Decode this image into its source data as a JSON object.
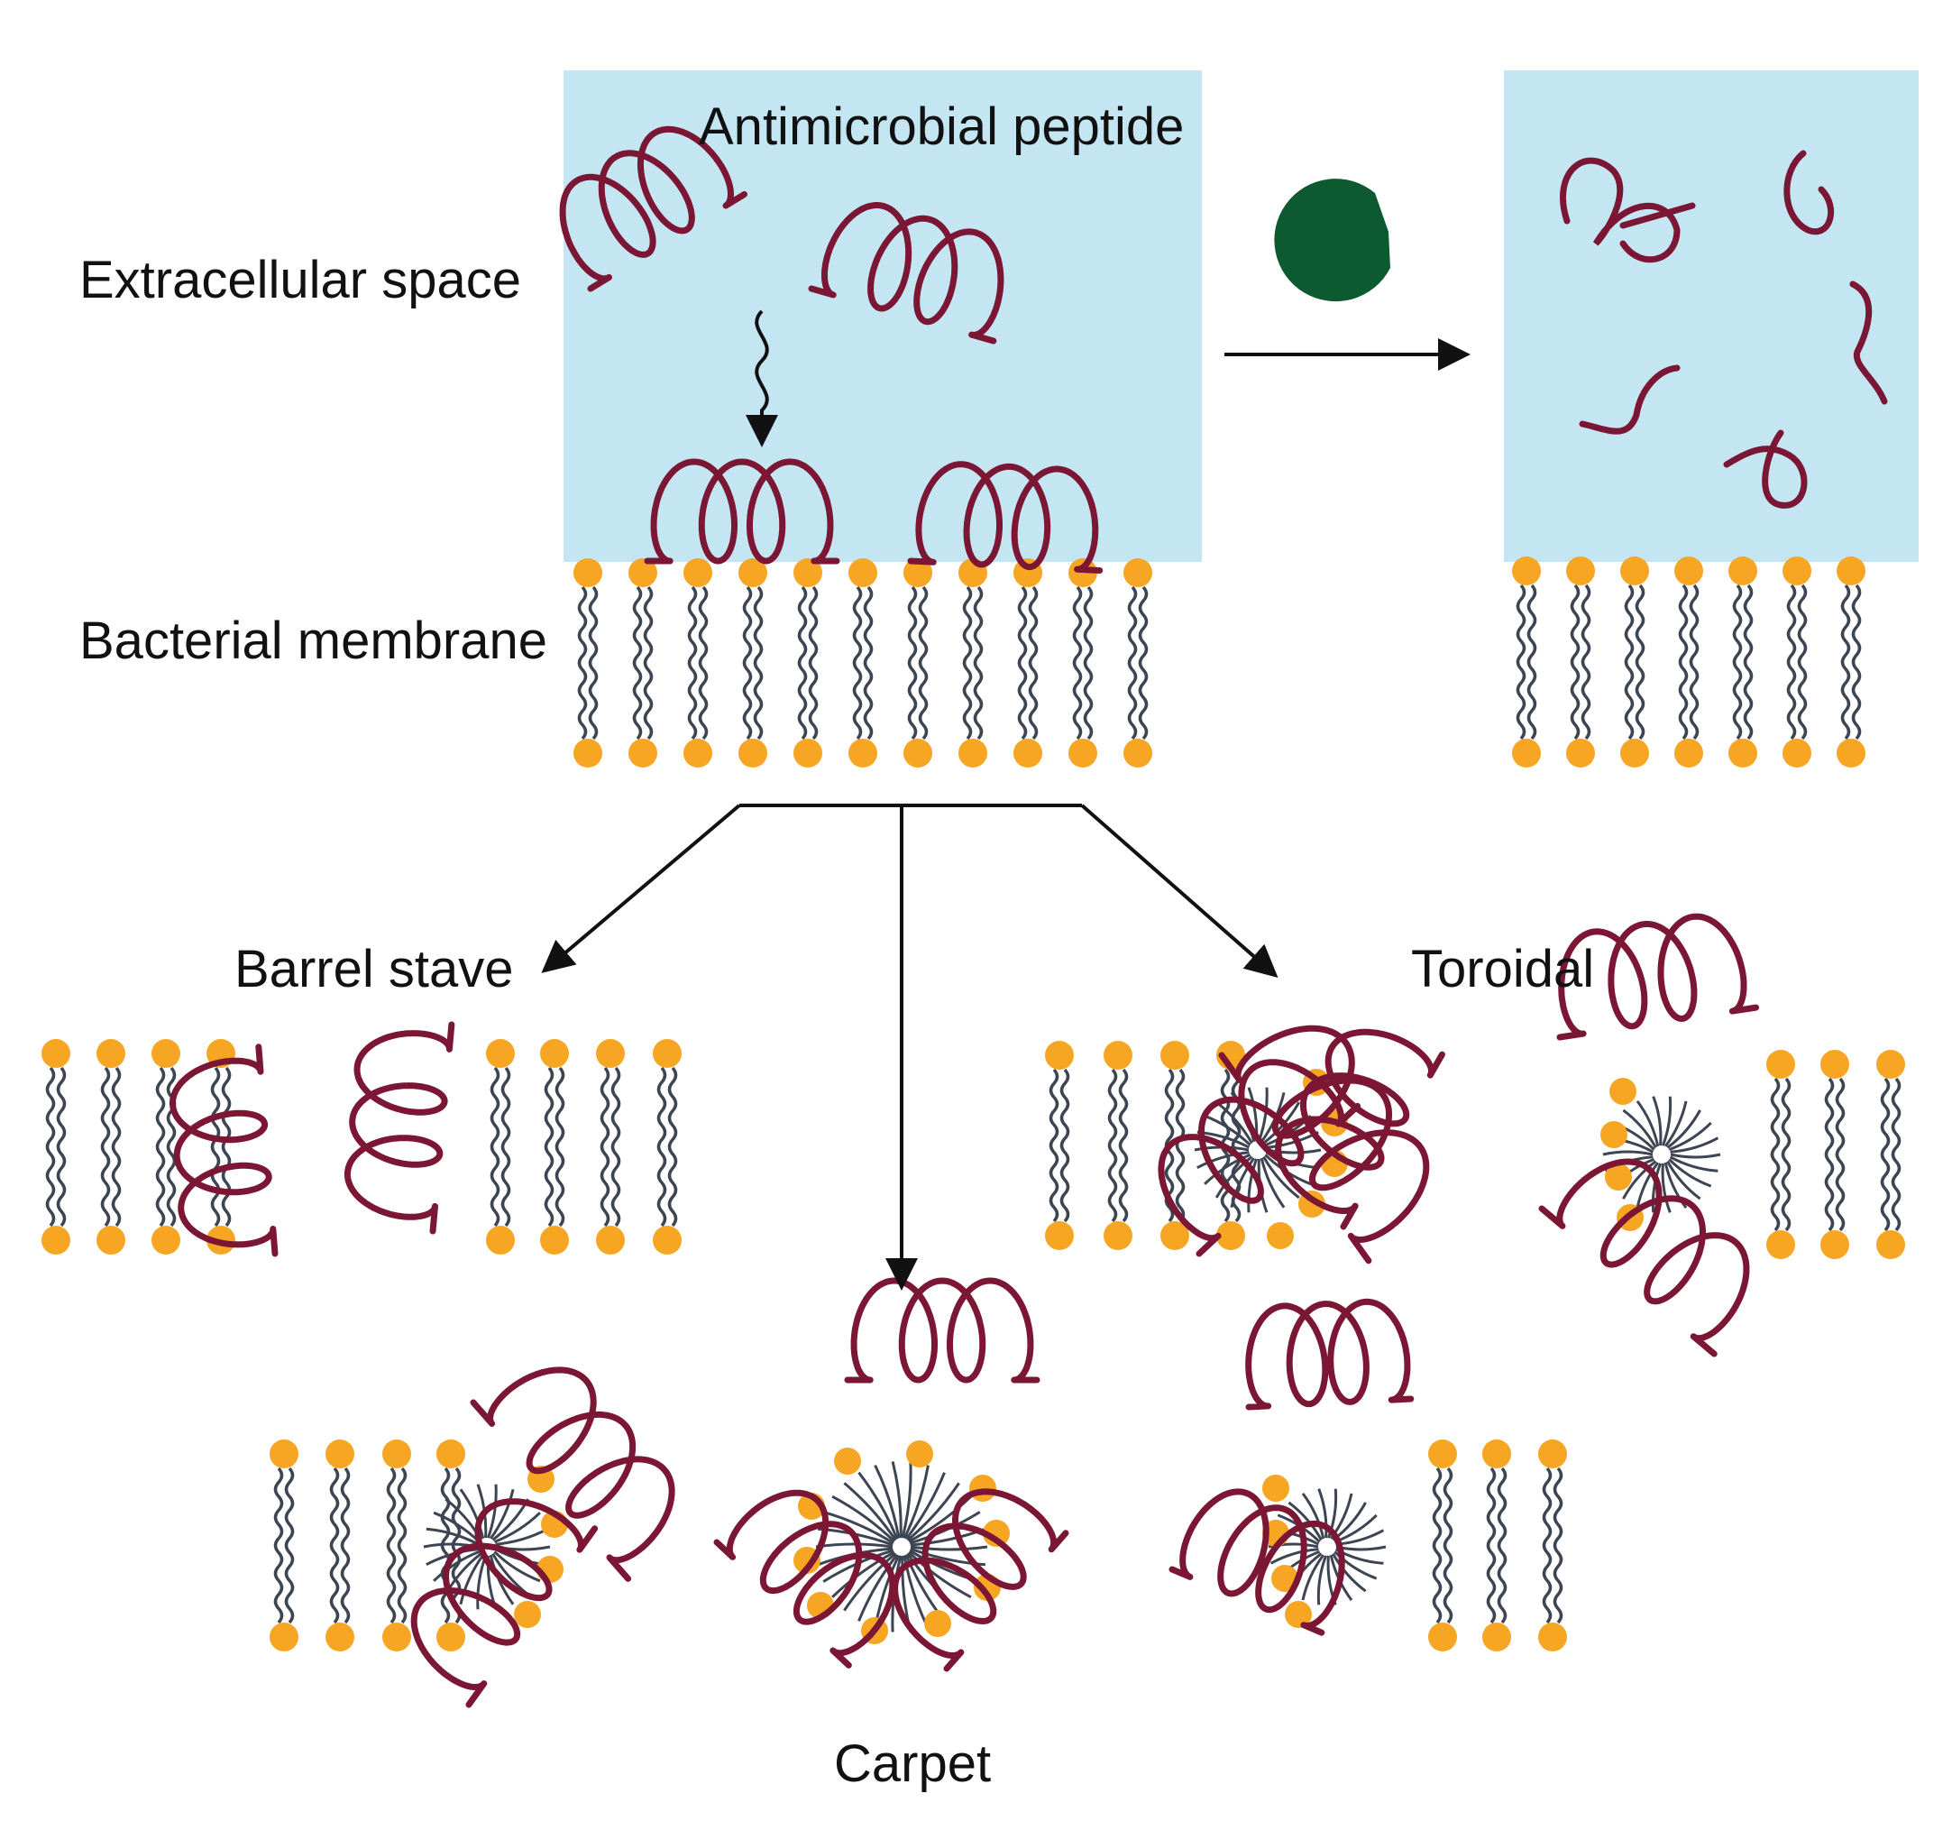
{
  "labels": {
    "antimicrobial_peptide": "Antimicrobial peptide",
    "extracellular_space": "Extracellular space",
    "bacterial_membrane": "Bacterial membrane",
    "barrel_stave": "Barrel stave",
    "toroidal": "Toroidal",
    "carpet": "Carpet"
  },
  "colors": {
    "extracellular": "#c4e6f2",
    "peptide": "#7b1734",
    "lipid_head": "#f6a623",
    "lipid_tail": "#3d4452",
    "enzyme": "#0e5a30",
    "arrow": "#111111"
  },
  "icons": {
    "enzyme": "pacman-enzyme-icon",
    "peptide": "helix-coil-icon",
    "lipid": "lipid-bilayer-icon"
  }
}
